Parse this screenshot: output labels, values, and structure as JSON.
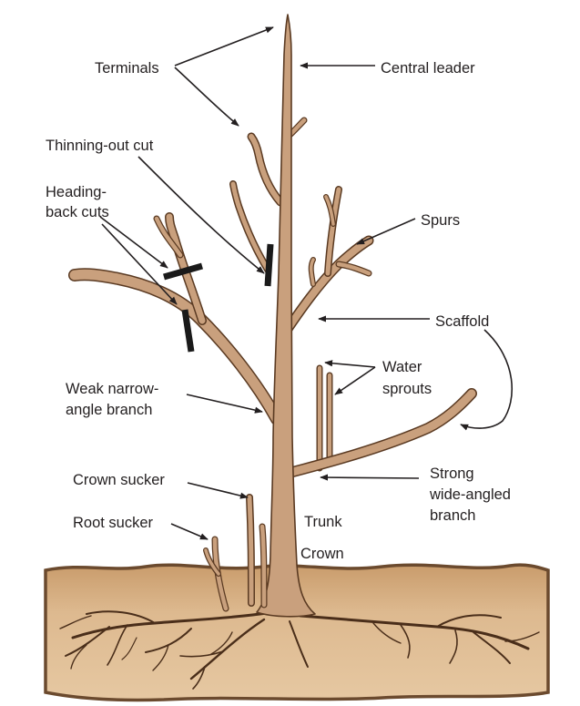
{
  "labels": {
    "terminals": "Terminals",
    "central_leader": "Central leader",
    "thinning_out_cut": "Thinning-out cut",
    "heading_back_cuts_line1": "Heading-",
    "heading_back_cuts_line2": "back cuts",
    "spurs": "Spurs",
    "scaffold": "Scaffold",
    "water_sprouts_line1": "Water",
    "water_sprouts_line2": "sprouts",
    "weak_branch_line1": "Weak narrow-",
    "weak_branch_line2": "angle branch",
    "crown_sucker": "Crown sucker",
    "root_sucker": "Root sucker",
    "trunk": "Trunk",
    "crown": "Crown",
    "strong_branch_line1": "Strong",
    "strong_branch_line2": "wide-angled",
    "strong_branch_line3": "branch"
  },
  "colors": {
    "soil": "#d9b48a",
    "soil_edge": "#6b4a2e",
    "bark": "#c9a07d",
    "bark_outline": "#5a3a22",
    "cut_mark": "#1a1a1a",
    "text": "#231f20"
  }
}
